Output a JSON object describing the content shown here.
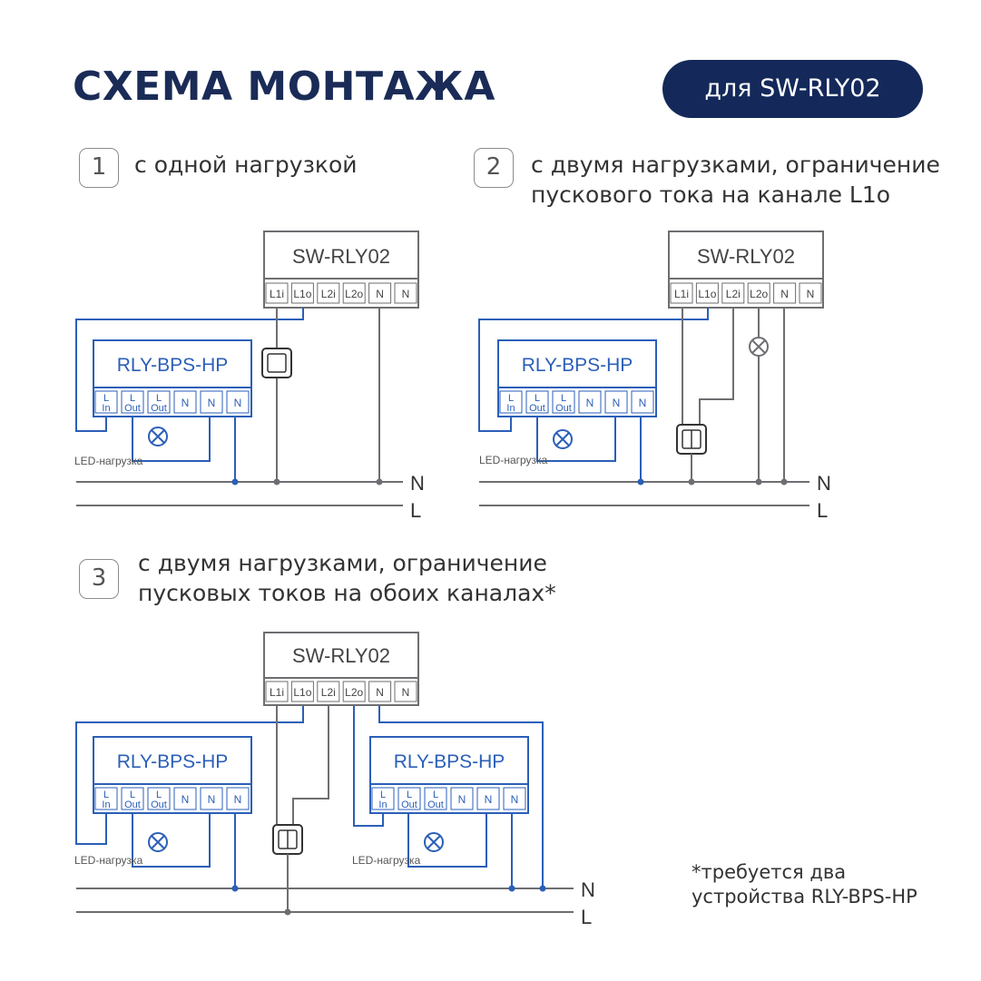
{
  "header": {
    "title": "СХЕМА МОНТАЖА",
    "badge": "для SW-RLY02"
  },
  "sections": [
    {
      "number": "1",
      "caption_line1": "с одной нагрузкой",
      "caption_line2": ""
    },
    {
      "number": "2",
      "caption_line1": "с двумя нагрузками, ограничение",
      "caption_line2": "пускового тока на канале L1o"
    },
    {
      "number": "3",
      "caption_line1": "с двумя нагрузками, ограничение",
      "caption_line2": "пусковых токов на обоих каналах*"
    }
  ],
  "relay": {
    "name": "SW-RLY02",
    "terminals": [
      "L1i",
      "L1o",
      "L2i",
      "L2o",
      "N",
      "N"
    ]
  },
  "bps": {
    "name": "RLY-BPS-HP",
    "terminals_top": [
      "L",
      "L",
      "L",
      "N",
      "N",
      "N"
    ],
    "terminals_bottom": [
      "In",
      "Out",
      "Out",
      "",
      "",
      ""
    ]
  },
  "load_label": "LED-нагрузка",
  "lines": {
    "neutral": "N",
    "line": "L"
  },
  "footnote": {
    "line1": "*требуется два",
    "line2": "устройства RLY-BPS-HP"
  },
  "colors": {
    "wire_gray": "#6e6e72",
    "wire_blue": "#2b5fb8",
    "title": "#1a2b57",
    "badge_bg": "#14295a"
  }
}
